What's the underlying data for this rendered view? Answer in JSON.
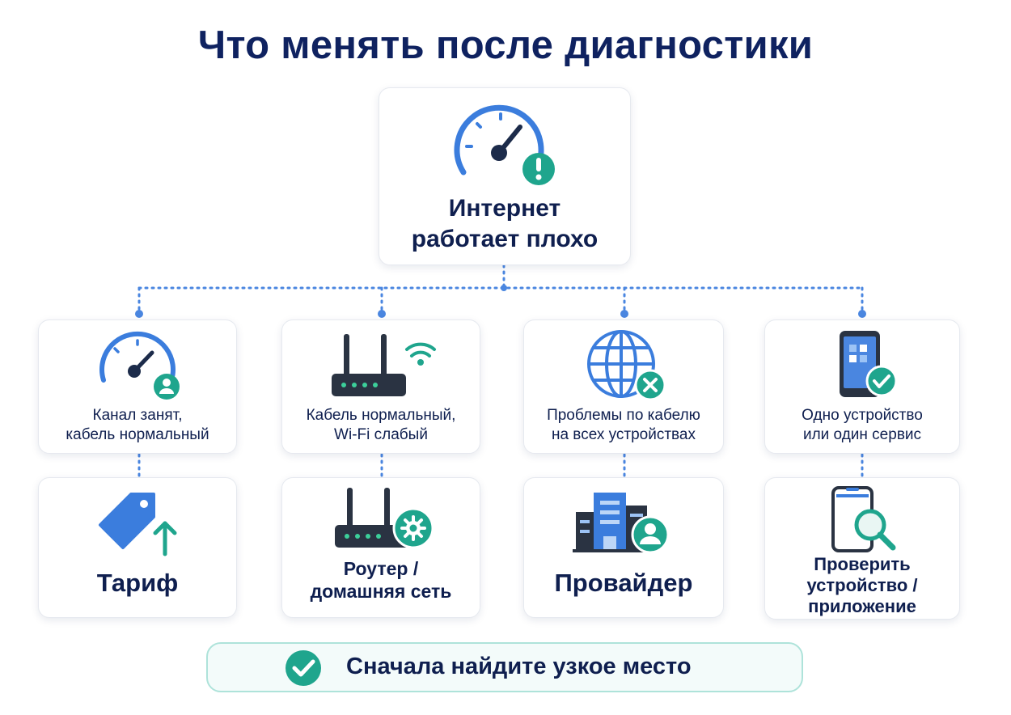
{
  "title": "Что менять после диагностики",
  "root": {
    "label_line1": "Интернет",
    "label_line2": "работает плохо",
    "icon": "speedometer-alert-icon"
  },
  "conditions": [
    {
      "line1": "Канал занят,",
      "line2": "кабель нормальный",
      "icon": "speedometer-user-icon"
    },
    {
      "line1": "Кабель нормальный,",
      "line2": "Wi-Fi слабый",
      "icon": "router-wifi-icon"
    },
    {
      "line1": "Проблемы по кабелю",
      "line2": "на всех устройствах",
      "icon": "globe-error-icon"
    },
    {
      "line1": "Одно устройство",
      "line2": "или один сервис",
      "icon": "phone-check-icon"
    }
  ],
  "actions": [
    {
      "line1": "Тариф",
      "icon": "price-tag-up-icon"
    },
    {
      "line1": "Роутер /",
      "line2": "домашняя сеть",
      "icon": "router-gear-icon"
    },
    {
      "line1": "Провайдер",
      "icon": "building-user-icon"
    },
    {
      "line1": "Проверить",
      "line2": "устройство /",
      "line3": "приложение",
      "icon": "phone-search-icon"
    }
  ],
  "banner": {
    "text": "Сначала найдите узкое место",
    "icon": "check-circle-icon"
  },
  "colors": {
    "navy": "#0f1f4f",
    "blue": "#3b7ddd",
    "teal": "#1fa58d",
    "dark": "#2a3342",
    "connector": "#4a86e0"
  }
}
